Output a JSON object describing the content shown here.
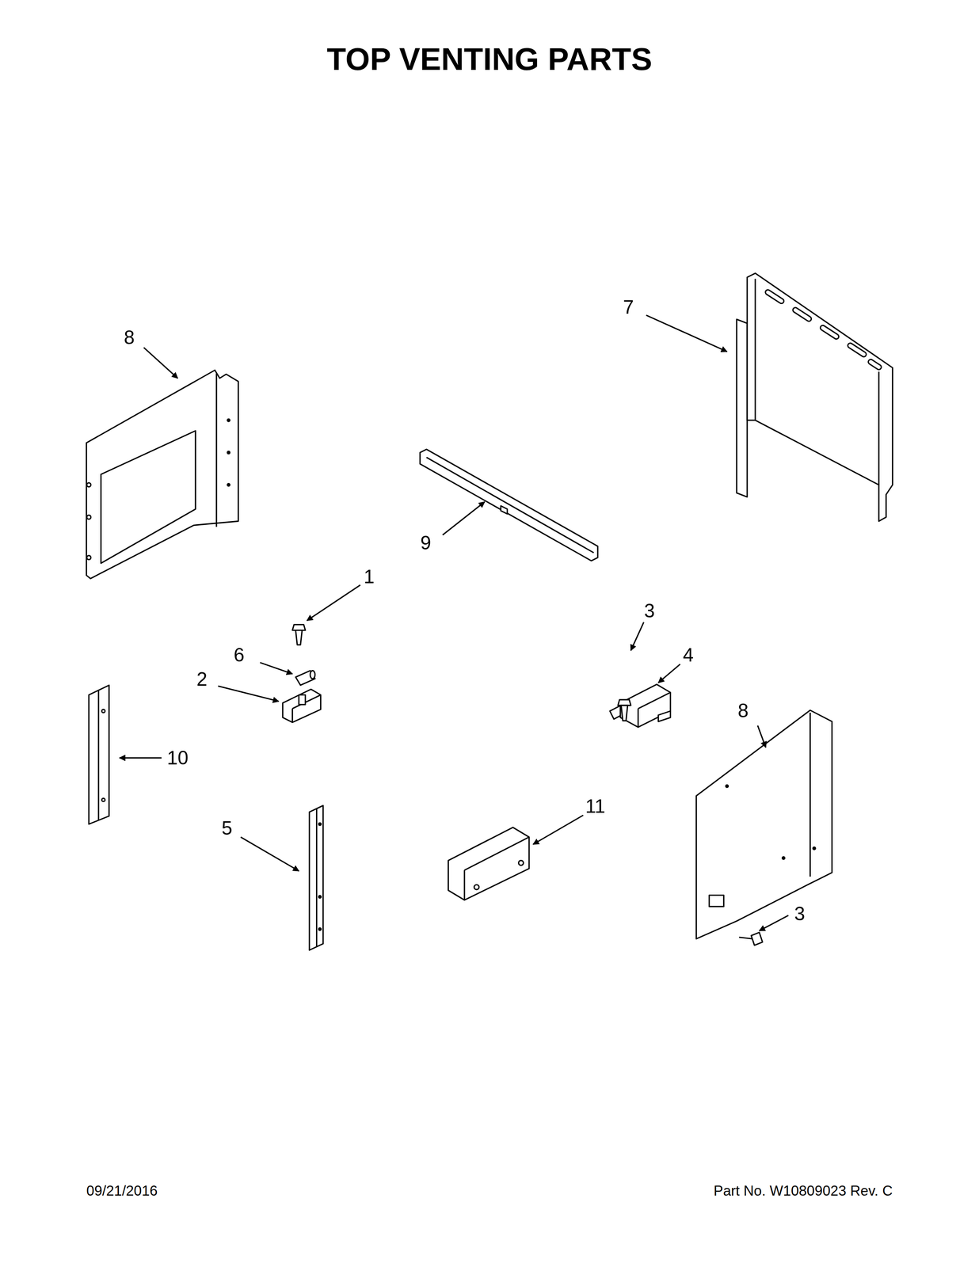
{
  "diagram": {
    "title": "TOP VENTING PARTS",
    "labels": [
      "8",
      "7",
      "9",
      "1",
      "6",
      "2",
      "3",
      "4",
      "10",
      "8",
      "5",
      "11",
      "3",
      "09/21/2016",
      "Part No. W10809023 Rev. C"
    ]
  }
}
